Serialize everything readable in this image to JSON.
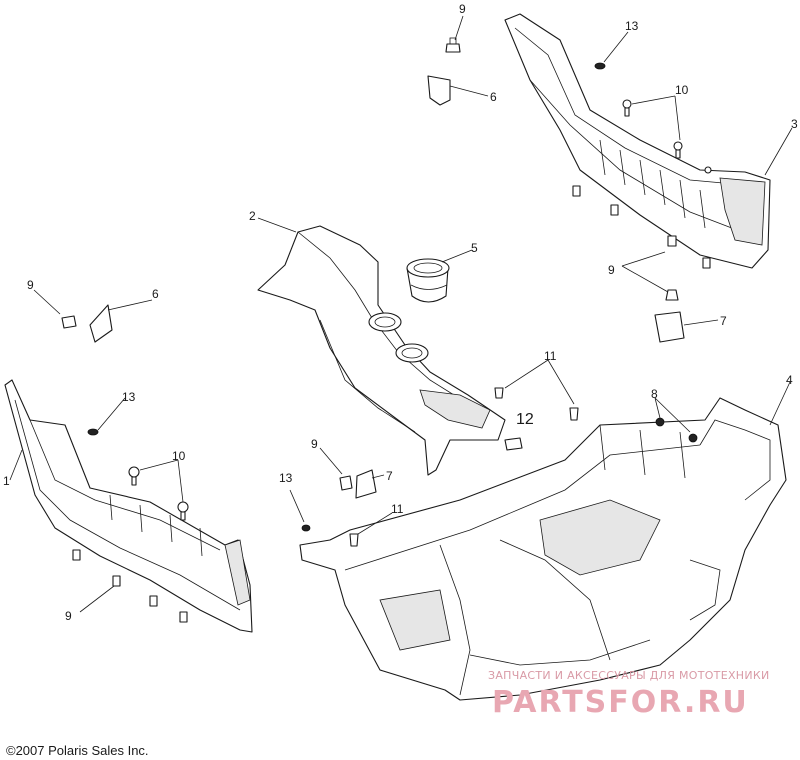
{
  "diagram": {
    "callouts": [
      {
        "id": "c-9-top",
        "text": "9"
      },
      {
        "id": "c-13-top",
        "text": "13"
      },
      {
        "id": "c-6-top",
        "text": "6"
      },
      {
        "id": "c-10-top",
        "text": "10"
      },
      {
        "id": "c-3",
        "text": "3"
      },
      {
        "id": "c-2",
        "text": "2"
      },
      {
        "id": "c-5",
        "text": "5"
      },
      {
        "id": "c-9-left",
        "text": "9"
      },
      {
        "id": "c-6-left",
        "text": "6"
      },
      {
        "id": "c-9-right",
        "text": "9"
      },
      {
        "id": "c-7-right",
        "text": "7"
      },
      {
        "id": "c-11-mid",
        "text": "11"
      },
      {
        "id": "c-4",
        "text": "4"
      },
      {
        "id": "c-13-left",
        "text": "13"
      },
      {
        "id": "c-12",
        "text": "12"
      },
      {
        "id": "c-8",
        "text": "8"
      },
      {
        "id": "c-1",
        "text": "1"
      },
      {
        "id": "c-10-left",
        "text": "10"
      },
      {
        "id": "c-9-center",
        "text": "9"
      },
      {
        "id": "c-7-center",
        "text": "7"
      },
      {
        "id": "c-13-center",
        "text": "13"
      },
      {
        "id": "c-11-low",
        "text": "11"
      },
      {
        "id": "c-9-bottom",
        "text": "9"
      }
    ],
    "watermark_small": "ЗАПЧАСТИ И АКСЕССУАРЫ ДЛЯ МОТОТЕХНИКИ",
    "watermark_big": "PARTSFOR.RU",
    "copyright": "©2007 Polaris Sales Inc."
  }
}
